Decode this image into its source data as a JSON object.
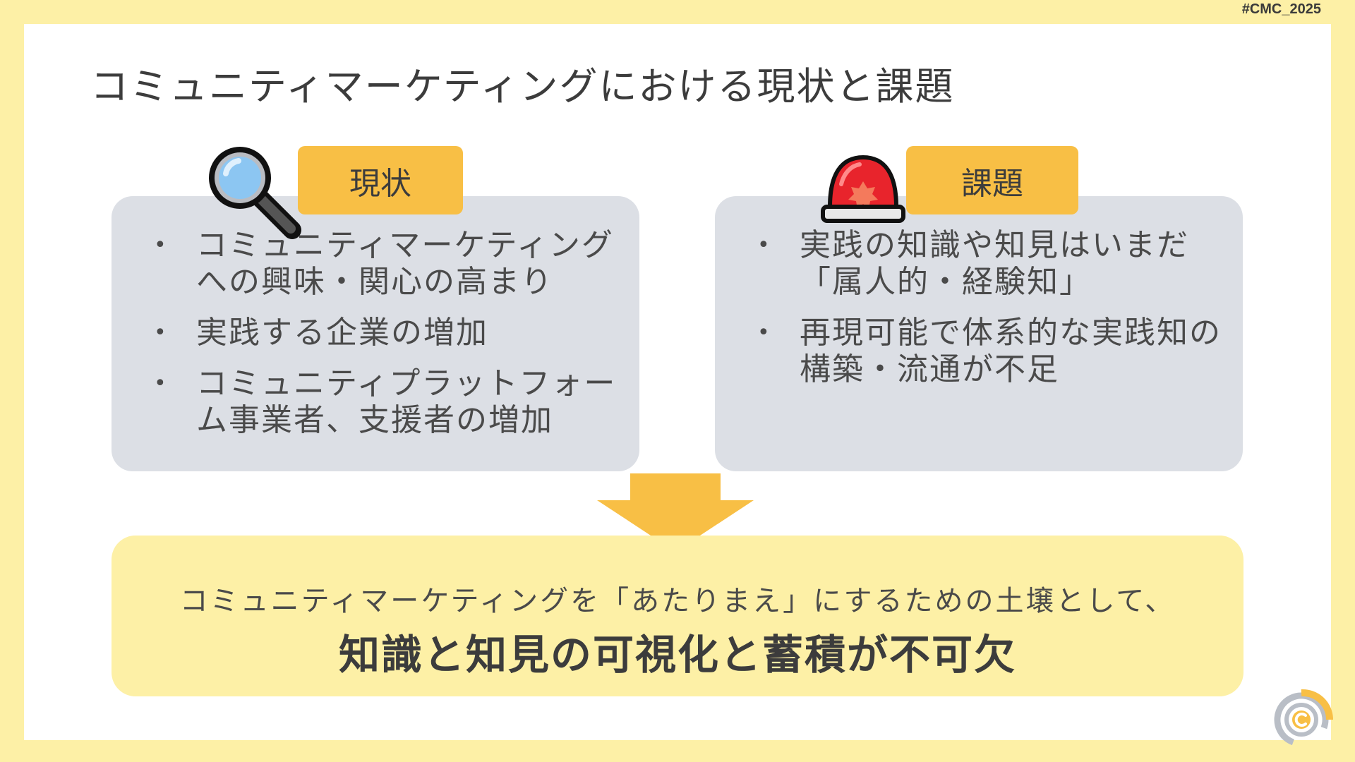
{
  "hashtag": "#CMC_2025",
  "title": "コミュニティマーケティングにおける現状と課題",
  "current": {
    "label": "現状",
    "icon": "magnifier-icon",
    "items": [
      "コミュニティマーケティングへの興味・関心の高まり",
      "実践する企業の増加",
      "コミュニティプラットフォーム事業者、支援者の増加"
    ]
  },
  "issues": {
    "label": "課題",
    "icon": "siren-icon",
    "items": [
      "実践の知識や知見はいまだ「属人的・経験知」",
      "再現可能で体系的な実践知の構築・流通が不足"
    ]
  },
  "conclusion": {
    "lead": "コミュニティマーケティングを「あたりまえ」にするための土壌として、",
    "main": "知識と知見の可視化と蓄積が不可欠"
  },
  "colors": {
    "background": "#fdf0a6",
    "panel": "#dcdfe5",
    "accent": "#f8bf45",
    "siren": "#e8242c"
  }
}
